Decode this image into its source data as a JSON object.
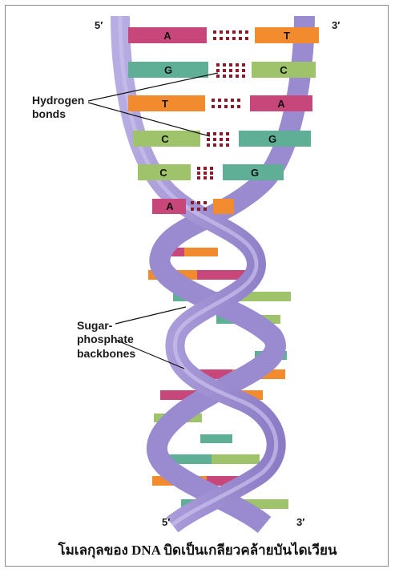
{
  "strand_ends": {
    "top_left": "5′",
    "top_right": "3′",
    "bottom_left": "5′",
    "bottom_right": "3′"
  },
  "labels": {
    "hydrogen_line1": "Hydrogen",
    "hydrogen_line2": "bonds",
    "sugar_line1": "Sugar-",
    "sugar_line2": "phosphate",
    "sugar_line3": "backbones"
  },
  "base_pairs": [
    {
      "left": "A",
      "right": "T"
    },
    {
      "left": "G",
      "right": "C"
    },
    {
      "left": "T",
      "right": "A"
    },
    {
      "left": "C",
      "right": "G"
    },
    {
      "left": "C",
      "right": "G"
    },
    {
      "left": "A",
      "right": ""
    }
  ],
  "caption": "โมเลกุลของ DNA บิดเป็นเกลียวคล้ายบันไดเวียน",
  "colors": {
    "A": "#c8477a",
    "T": "#f28a2e",
    "G": "#5fae96",
    "C": "#9ec36a",
    "backbone": "#a79ad6",
    "backbone_dark": "#7f70bd",
    "bond_dots": "#8b1a2a"
  }
}
